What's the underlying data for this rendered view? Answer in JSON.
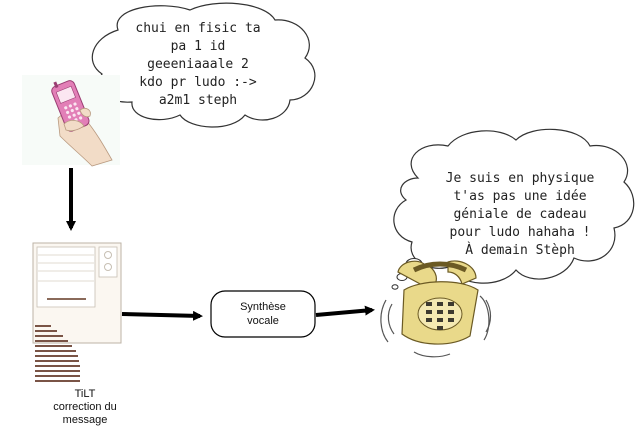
{
  "sms_bubble": {
    "lines": [
      "chui en fisic ta",
      "pa 1 id",
      "geeeniaaale 2",
      "kdo pr ludo :->",
      "a2m1 steph"
    ]
  },
  "speech_bubble": {
    "lines": [
      "Je suis en physique",
      "t'as pas une idée",
      "géniale de cadeau",
      "pour ludo hahaha !",
      "À demain Stèph"
    ]
  },
  "synthesis_box": {
    "lines": [
      "Synthèse",
      "vocale"
    ]
  },
  "tilt_label": {
    "lines": [
      "TiLT",
      "correction du",
      "message"
    ]
  },
  "icons": [
    "hand-phone-icon",
    "computer-tower-icon",
    "telephone-icon"
  ],
  "colors": {
    "phone_pink": "#e27fb7",
    "telephone_yellow": "#e9d98a",
    "arrow": "#000000",
    "bubble_fill": "#ffffff",
    "bubble_stroke": "#333333"
  }
}
